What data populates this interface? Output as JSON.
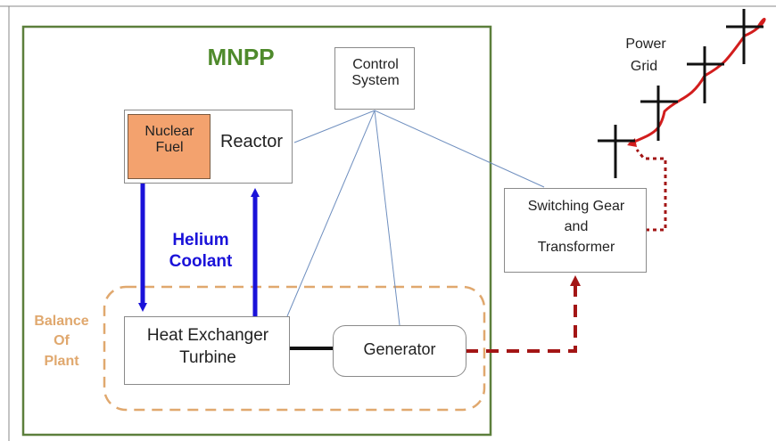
{
  "diagram": {
    "plant_label": "MNPP",
    "control_system": "Control System",
    "nuclear_fuel": "Nuclear Fuel",
    "reactor": "Reactor",
    "helium_coolant_line1": "Helium",
    "helium_coolant_line2": "Coolant",
    "balance_of_plant_line1": "Balance",
    "balance_of_plant_line2": "Of",
    "balance_of_plant_line3": "Plant",
    "heat_exchanger_line1": "Heat Exchanger",
    "heat_exchanger_line2": "Turbine",
    "generator": "Generator",
    "switching_gear_line1": "Switching Gear",
    "switching_gear_line2": "and",
    "switching_gear_line3": "Transformer",
    "power_grid_line1": "Power",
    "power_grid_line2": "Grid"
  },
  "colors": {
    "plant_border": "#5c7f3c",
    "plant_label": "#4f8a2c",
    "fuel_fill": "#f3a26e",
    "coolant_arrow": "#1a12d9",
    "coolant_text": "#1a12d9",
    "balance_of_plant": "#e0a86e",
    "power_path": "#a31515",
    "grid_line": "#d21d1d",
    "control_link": "#6f8fbf"
  }
}
